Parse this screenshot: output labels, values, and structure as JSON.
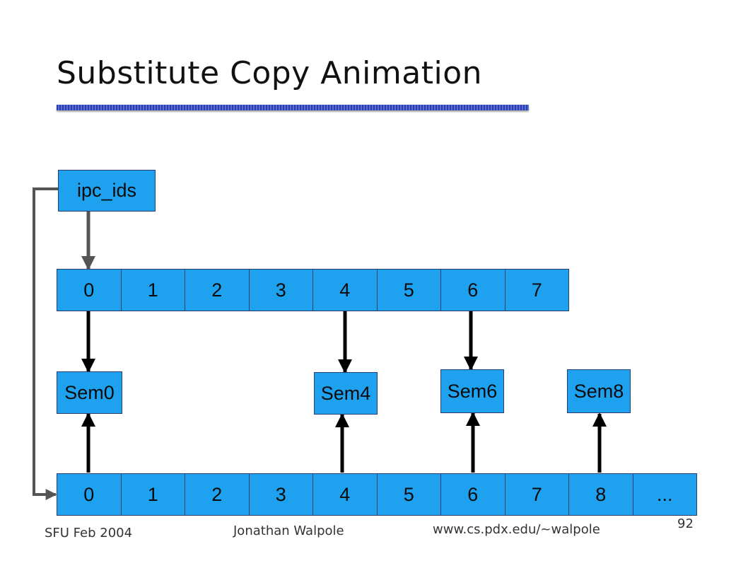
{
  "slide": {
    "title": "Substitute Copy Animation"
  },
  "diagram": {
    "pointer_box": "ipc_ids",
    "old_array": [
      "0",
      "1",
      "2",
      "3",
      "4",
      "5",
      "6",
      "7"
    ],
    "new_array": [
      "0",
      "1",
      "2",
      "3",
      "4",
      "5",
      "6",
      "7",
      "8",
      "..."
    ],
    "semaphores": [
      "Sem0",
      "Sem4",
      "Sem6",
      "Sem8"
    ],
    "colors": {
      "box_fill": "#1ea2ef",
      "arrow_black": "#000000",
      "arrow_gray": "#555555"
    }
  },
  "footer": {
    "date": "SFU Feb 2004",
    "author": "Jonathan Walpole",
    "url": "www.cs.pdx.edu/~walpole",
    "page_number": "92"
  }
}
